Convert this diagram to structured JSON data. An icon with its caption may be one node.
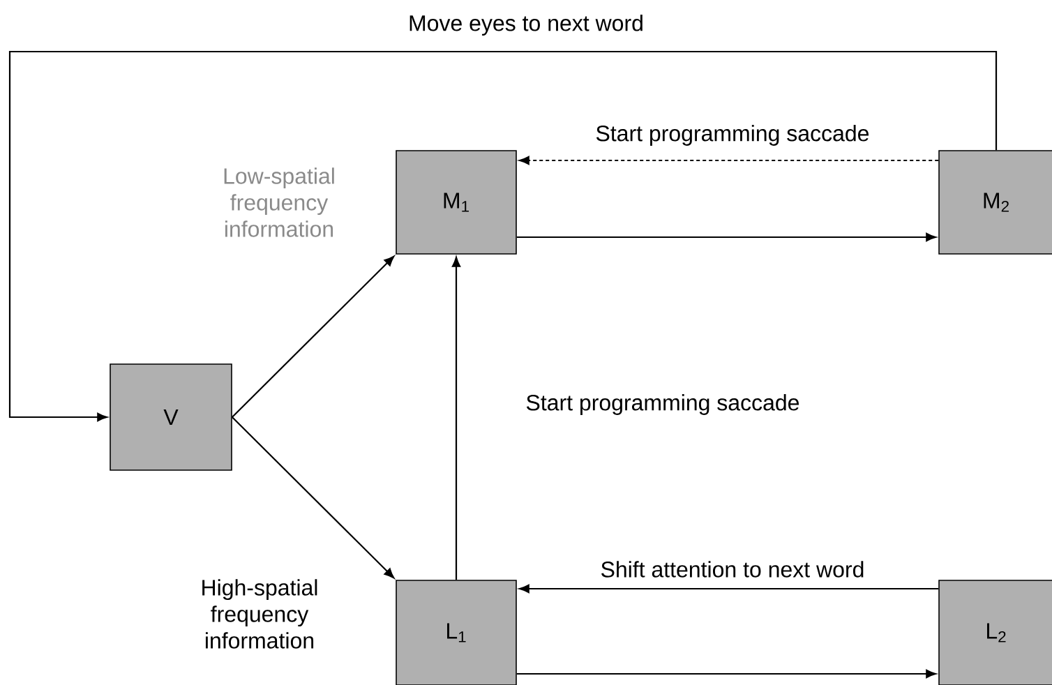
{
  "diagram": {
    "nodes": [
      {
        "text": [
          "V"
        ]
      },
      {
        "text": [
          "M$_{1}$"
        ]
      },
      {
        "text": [
          "M$_{2}$"
        ]
      },
      {
        "text": [
          "L$_{1}$"
        ]
      },
      {
        "text": [
          "L$_{2}$"
        ]
      }
    ],
    "edges": [
      {
        "from": 0,
        "to": 1,
        "arrow": "to",
        "label": "Low-spatial frequency information"
      },
      {
        "from": 0,
        "to": 3,
        "arrow": "to",
        "label": "High-spatial frequency information"
      },
      {
        "from": 3,
        "to": 1,
        "arrow": "to",
        "label": "Start programming saccade"
      },
      {
        "from": 1,
        "to": 2,
        "arrow": "to"
      },
      {
        "from": 2,
        "to": 1,
        "arrow": "to",
        "style": "dashed",
        "label": "Start programming saccade"
      },
      {
        "from": 3,
        "to": 4,
        "arrow": "to"
      },
      {
        "from": 4,
        "to": 3,
        "arrow": "to",
        "label": "Shift attention to next word"
      },
      {
        "from": 2,
        "to": 0,
        "arrow": "to",
        "label": "Move eyes to next word"
      }
    ]
  }
}
